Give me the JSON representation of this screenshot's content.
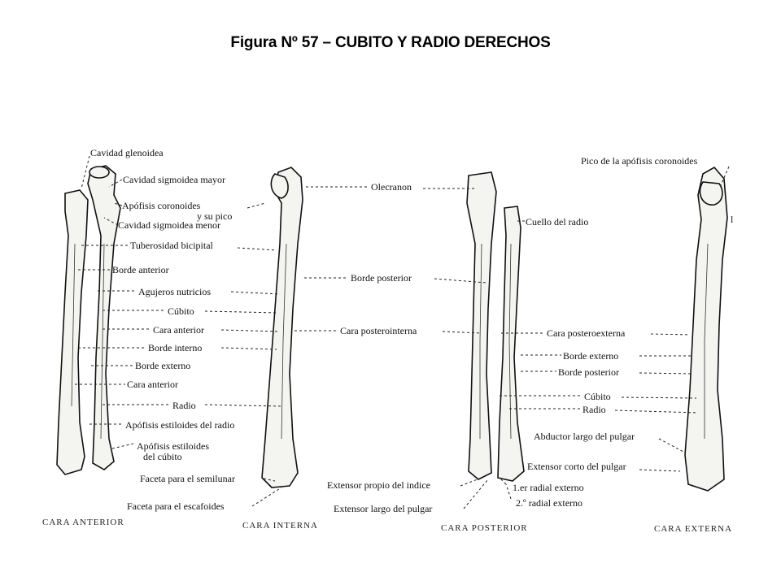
{
  "title": "Figura Nº 57 – CUBITO Y RADIO DERECHOS",
  "captions": {
    "anterior": "CARA ANTERIOR",
    "interna": "CARA INTERNA",
    "posterior": "CARA POSTERIOR",
    "externa": "CARA EXTERNA"
  },
  "labels": {
    "cavidad_glenoidea": "Cavidad glenoidea",
    "cavidad_sigmoidea_mayor": "Cavidad sigmoidea mayor",
    "apofisis_coronoides": "Apófisis  coronoides",
    "y_su_pico": "y su pico",
    "cavidad_sigmoidea_menor": "Cavidad sigmoidea menor",
    "tuberosidad_bicipital": "Tuberosidad bicipital",
    "borde_anterior": "Borde anterior",
    "agujeros_nutricios": "Agujeros nutricios",
    "cubito_1": "Cúbito",
    "cara_anterior_1": "Cara anterior",
    "borde_interno": "Borde interno",
    "borde_externo_1": "Borde externo",
    "cara_anterior_2": "Cara anterior",
    "radio_1": "Radio",
    "apofisis_estiloides_radio": "Apófisis estiloides del radio",
    "apofisis_estiloides_cubito_1": "Apófisis estiloides",
    "apofisis_estiloides_cubito_2": "del cúbito",
    "faceta_semilunar": "Faceta para el semilunar",
    "faceta_escafoides": "Faceta para el escafoides",
    "olecranon": "Olecranon",
    "borde_posterior_1": "Borde  posterior",
    "cara_posterointerna": "Cara  posterointerna",
    "cuello_radio": "Cuello del radio",
    "pico_coronoides": "Pico de la apófisis coronoides",
    "cara_posteroexterna": "Cara posteroexterna",
    "borde_externo_2": "Borde  externo",
    "borde_posterior_2": "Borde posterior",
    "cubito_2": "Cúbito",
    "radio_2": "Radio",
    "abductor_largo": "Abductor largo del pulgar",
    "extensor_corto": "Extensor corto del pulgar",
    "extensor_propio": "Extensor propio del indice",
    "primer_radial": "1.er radial externo",
    "extensor_largo": "Extensor largo del pulgar",
    "segundo_radial": "2.º radial externo",
    "edge_l": "l"
  }
}
